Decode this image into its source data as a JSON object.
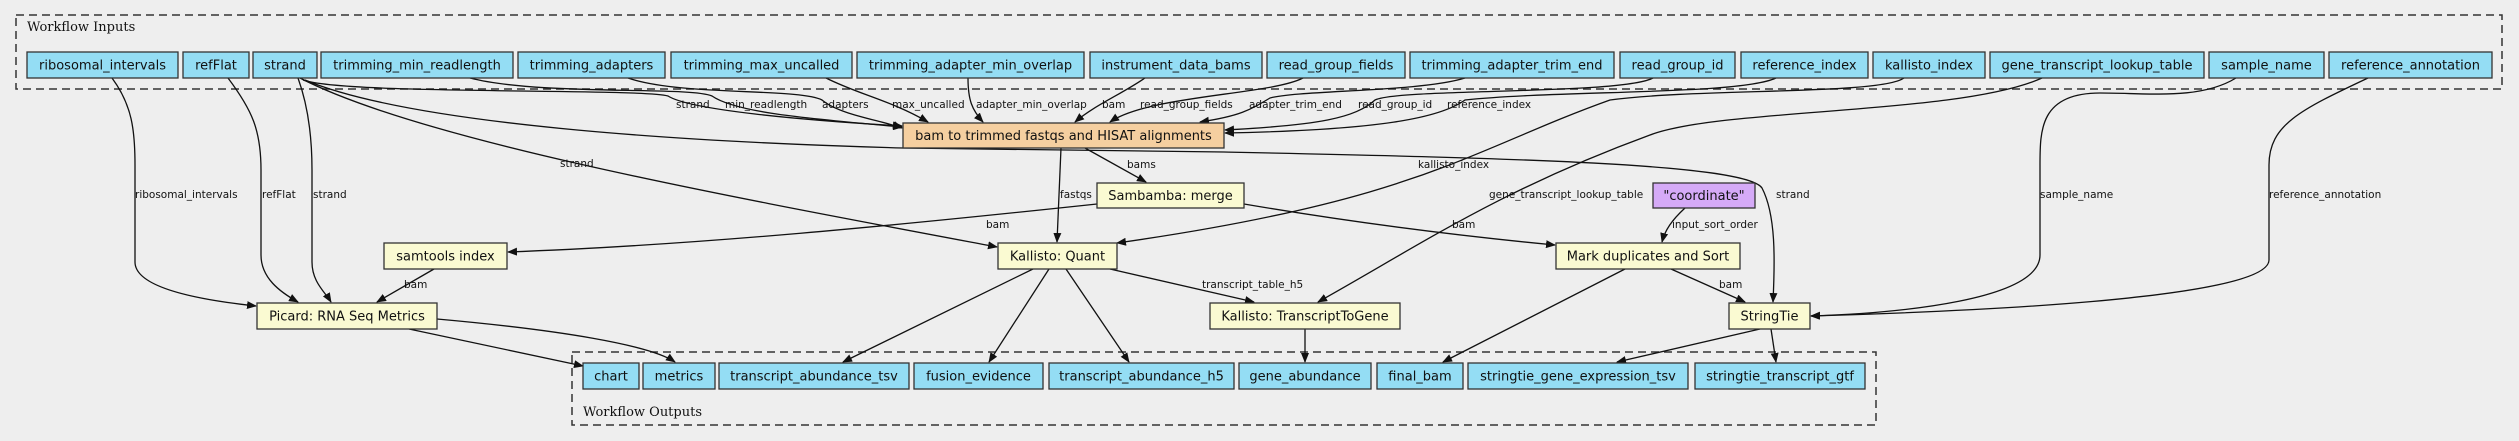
{
  "colors": {
    "input_output": "#94ddf4",
    "step": "#fafad2",
    "main_step": "#f5cfa0",
    "constant": "#d5aaf7",
    "background": "#eeeeee"
  },
  "clusters": {
    "inputs_title": "Workflow Inputs",
    "outputs_title": "Workflow Outputs"
  },
  "inputs": [
    {
      "id": "ribosomal_intervals",
      "label": "ribosomal_intervals"
    },
    {
      "id": "refFlat",
      "label": "refFlat"
    },
    {
      "id": "strand",
      "label": "strand"
    },
    {
      "id": "trimming_min_readlength",
      "label": "trimming_min_readlength"
    },
    {
      "id": "trimming_adapters",
      "label": "trimming_adapters"
    },
    {
      "id": "trimming_max_uncalled",
      "label": "trimming_max_uncalled"
    },
    {
      "id": "trimming_adapter_min_overlap",
      "label": "trimming_adapter_min_overlap"
    },
    {
      "id": "instrument_data_bams",
      "label": "instrument_data_bams"
    },
    {
      "id": "read_group_fields",
      "label": "read_group_fields"
    },
    {
      "id": "trimming_adapter_trim_end",
      "label": "trimming_adapter_trim_end"
    },
    {
      "id": "read_group_id",
      "label": "read_group_id"
    },
    {
      "id": "reference_index",
      "label": "reference_index"
    },
    {
      "id": "kallisto_index",
      "label": "kallisto_index"
    },
    {
      "id": "gene_transcript_lookup_table",
      "label": "gene_transcript_lookup_table"
    },
    {
      "id": "sample_name",
      "label": "sample_name"
    },
    {
      "id": "reference_annotation",
      "label": "reference_annotation"
    }
  ],
  "steps": [
    {
      "id": "bam_to_trimmed",
      "label": "bam to trimmed fastqs and HISAT alignments",
      "kind": "main_step"
    },
    {
      "id": "sambamba",
      "label": "Sambamba: merge",
      "kind": "step"
    },
    {
      "id": "coordinate",
      "label": "\"coordinate\"",
      "kind": "constant"
    },
    {
      "id": "samtools",
      "label": "samtools index",
      "kind": "step"
    },
    {
      "id": "picard",
      "label": "Picard: RNA Seq Metrics",
      "kind": "step"
    },
    {
      "id": "kallisto_quant",
      "label": "Kallisto: Quant",
      "kind": "step"
    },
    {
      "id": "t2g",
      "label": "Kallisto: TranscriptToGene",
      "kind": "step"
    },
    {
      "id": "markdup",
      "label": "Mark duplicates and Sort",
      "kind": "step"
    },
    {
      "id": "stringtie",
      "label": "StringTie",
      "kind": "step"
    }
  ],
  "outputs": [
    {
      "id": "chart",
      "label": "chart"
    },
    {
      "id": "metrics",
      "label": "metrics"
    },
    {
      "id": "transcript_abundance_tsv",
      "label": "transcript_abundance_tsv"
    },
    {
      "id": "fusion_evidence",
      "label": "fusion_evidence"
    },
    {
      "id": "transcript_abundance_h5",
      "label": "transcript_abundance_h5"
    },
    {
      "id": "gene_abundance",
      "label": "gene_abundance"
    },
    {
      "id": "final_bam",
      "label": "final_bam"
    },
    {
      "id": "stringtie_gene_expression_tsv",
      "label": "stringtie_gene_expression_tsv"
    },
    {
      "id": "stringtie_transcript_gtf",
      "label": "stringtie_transcript_gtf"
    }
  ],
  "edges": [
    {
      "from": "ribosomal_intervals",
      "to": "picard",
      "label": "ribosomal_intervals"
    },
    {
      "from": "refFlat",
      "to": "picard",
      "label": "refFlat"
    },
    {
      "from": "strand",
      "to": "picard",
      "label": "strand"
    },
    {
      "from": "strand",
      "to": "kallisto_quant",
      "label": "strand"
    },
    {
      "from": "strand",
      "to": "bam_to_trimmed",
      "label": "strand"
    },
    {
      "from": "strand",
      "to": "stringtie",
      "label": "strand"
    },
    {
      "from": "trimming_min_readlength",
      "to": "bam_to_trimmed",
      "label": "min_readlength"
    },
    {
      "from": "trimming_adapters",
      "to": "bam_to_trimmed",
      "label": "adapters"
    },
    {
      "from": "trimming_max_uncalled",
      "to": "bam_to_trimmed",
      "label": "max_uncalled"
    },
    {
      "from": "trimming_adapter_min_overlap",
      "to": "bam_to_trimmed",
      "label": "adapter_min_overlap"
    },
    {
      "from": "instrument_data_bams",
      "to": "bam_to_trimmed",
      "label": "bam"
    },
    {
      "from": "read_group_fields",
      "to": "bam_to_trimmed",
      "label": "read_group_fields"
    },
    {
      "from": "trimming_adapter_trim_end",
      "to": "bam_to_trimmed",
      "label": "adapter_trim_end"
    },
    {
      "from": "read_group_id",
      "to": "bam_to_trimmed",
      "label": "read_group_id"
    },
    {
      "from": "reference_index",
      "to": "bam_to_trimmed",
      "label": "reference_index"
    },
    {
      "from": "kallisto_index",
      "to": "kallisto_quant",
      "label": "kallisto_index"
    },
    {
      "from": "gene_transcript_lookup_table",
      "to": "t2g",
      "label": "gene_transcript_lookup_table"
    },
    {
      "from": "sample_name",
      "to": "stringtie",
      "label": "sample_name"
    },
    {
      "from": "reference_annotation",
      "to": "stringtie",
      "label": "reference_annotation"
    },
    {
      "from": "bam_to_trimmed",
      "to": "sambamba",
      "label": "bams"
    },
    {
      "from": "bam_to_trimmed",
      "to": "kallisto_quant",
      "label": "fastqs"
    },
    {
      "from": "sambamba",
      "to": "samtools",
      "label": "bam"
    },
    {
      "from": "sambamba",
      "to": "markdup",
      "label": "bam"
    },
    {
      "from": "coordinate",
      "to": "markdup",
      "label": "input_sort_order"
    },
    {
      "from": "samtools",
      "to": "picard",
      "label": "bam"
    },
    {
      "from": "kallisto_quant",
      "to": "t2g",
      "label": "transcript_table_h5"
    },
    {
      "from": "markdup",
      "to": "stringtie",
      "label": "bam"
    },
    {
      "from": "kallisto_quant",
      "to": "transcript_abundance_tsv",
      "label": ""
    },
    {
      "from": "kallisto_quant",
      "to": "fusion_evidence",
      "label": ""
    },
    {
      "from": "kallisto_quant",
      "to": "transcript_abundance_h5",
      "label": ""
    },
    {
      "from": "t2g",
      "to": "gene_abundance",
      "label": ""
    },
    {
      "from": "markdup",
      "to": "final_bam",
      "label": ""
    },
    {
      "from": "stringtie",
      "to": "stringtie_gene_expression_tsv",
      "label": ""
    },
    {
      "from": "stringtie",
      "to": "stringtie_transcript_gtf",
      "label": ""
    },
    {
      "from": "picard",
      "to": "chart",
      "label": ""
    },
    {
      "from": "picard",
      "to": "metrics",
      "label": ""
    }
  ]
}
